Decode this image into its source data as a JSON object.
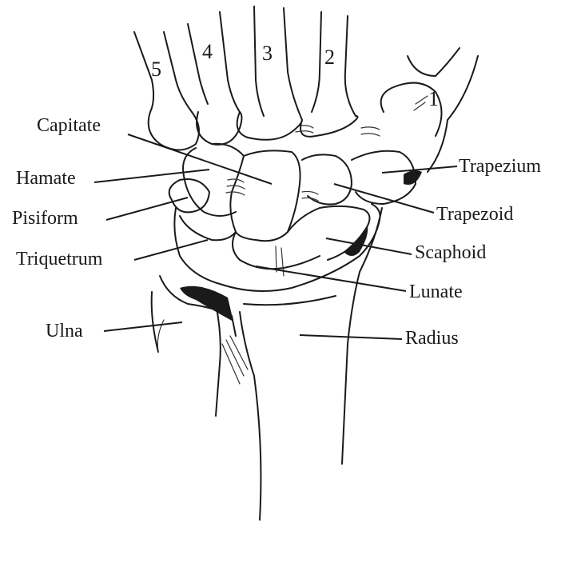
{
  "digits": [
    "5",
    "4",
    "3",
    "2",
    "1"
  ],
  "labels": {
    "capitate": "Capitate",
    "hamate": "Hamate",
    "pisiform": "Pisiform",
    "triquetrum": "Triquetrum",
    "ulna": "Ulna",
    "trapezium": "Trapezium",
    "trapezoid": "Trapezoid",
    "scaphoid": "Scaphoid",
    "lunate": "Lunate",
    "radius": "Radius"
  }
}
